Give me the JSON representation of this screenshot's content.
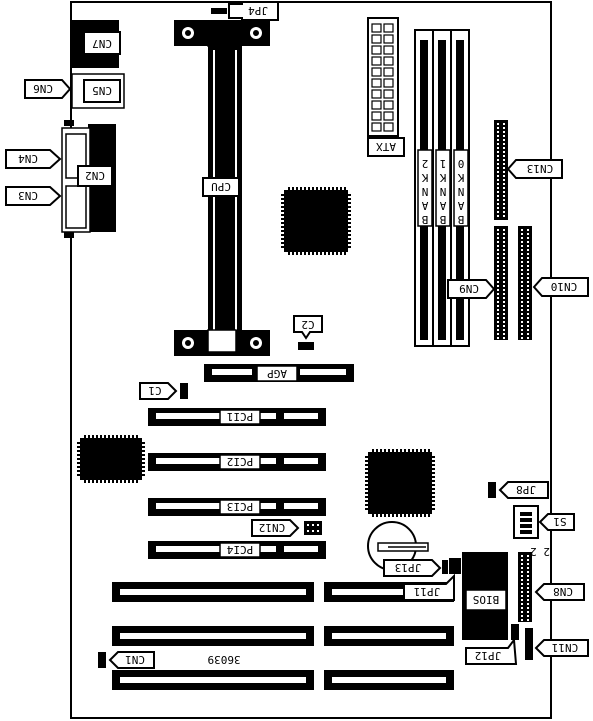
{
  "labels": {
    "cn1": "CN1",
    "cn2": "CN2",
    "cn3": "CN3",
    "cn4": "CN4",
    "cn5": "CN5",
    "cn6": "CN6",
    "cn7": "CN7",
    "cn8": "CN8",
    "cn9": "CN9",
    "cn10": "CN10",
    "cn11": "CN11",
    "cn12": "CN12",
    "cn13": "CN13",
    "jp4": "JP4",
    "jp8": "JP8",
    "jp11": "JP11",
    "jp12": "JP12",
    "jp13": "JP13",
    "c1": "C1",
    "c2": "C2",
    "s1": "S1",
    "cpu": "CPU",
    "atx": "ATX",
    "agp": "AGP",
    "pci1": "PCI1",
    "pci2": "PCI2",
    "pci3": "PCI3",
    "pci4": "PCI4",
    "bios": "BIOS",
    "bank0": "BANK0",
    "bank1": "BANK1",
    "bank2": "BANK2",
    "board_number": "36039",
    "s1_marks": "2 2"
  }
}
